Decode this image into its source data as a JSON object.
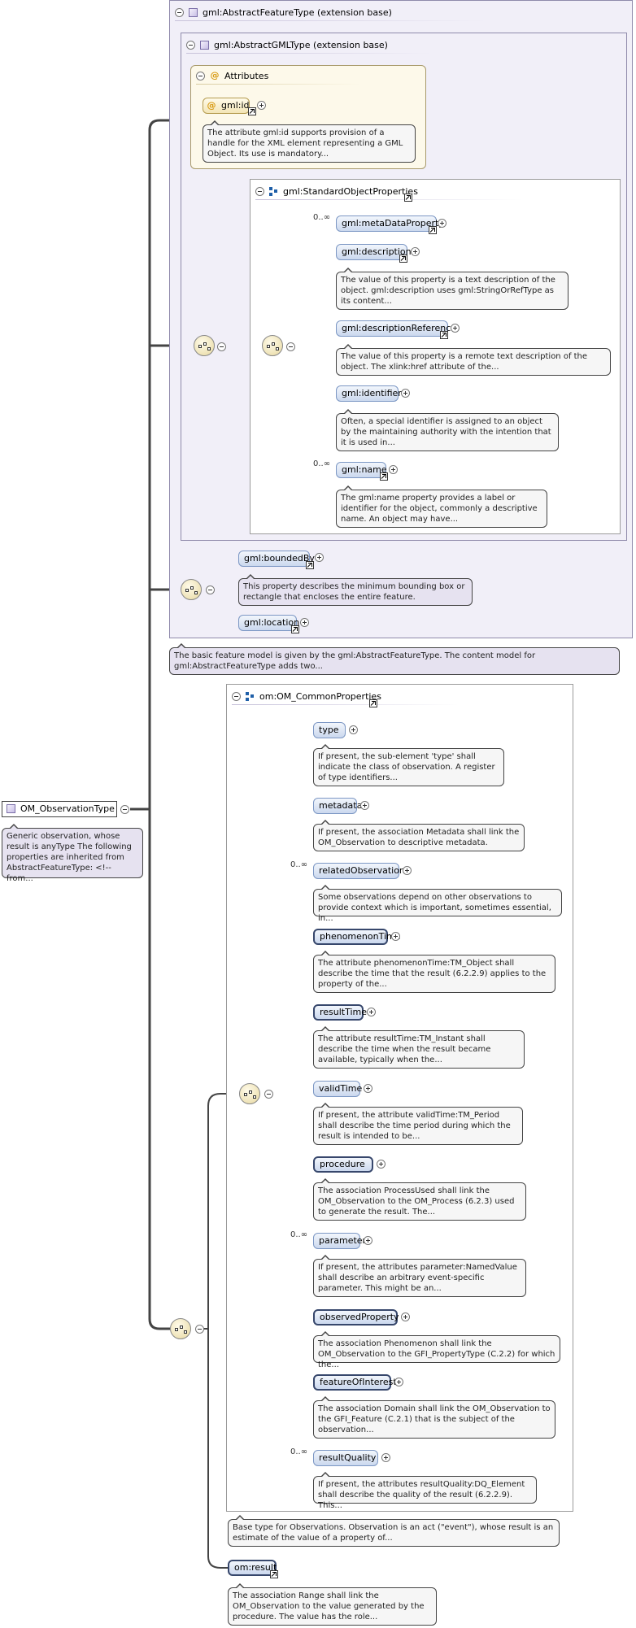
{
  "root": {
    "name": "OM_ObservationType",
    "doc": "Generic observation, whose result is anyType The following properties are inherited from AbstractFeatureType: <!-- from..."
  },
  "feature_type": {
    "label": "gml:AbstractFeatureType (extension base)",
    "doc": "The basic feature model is given by the gml:AbstractFeatureType. The content model for gml:AbstractFeatureType adds two...",
    "gml_type": {
      "label": "gml:AbstractGMLType (extension base)",
      "attributes": {
        "label": "Attributes",
        "id": {
          "name": "gml:id",
          "doc": "The attribute gml:id supports provision of a handle for the XML element representing a GML Object. Its use is mandatory..."
        }
      },
      "std_props": {
        "label": "gml:StandardObjectProperties",
        "items": [
          {
            "name": "gml:metaDataProperty",
            "card": "0..∞",
            "doc": ""
          },
          {
            "name": "gml:description",
            "card": "",
            "doc": "The value of this property is a text description of the object. gml:description uses gml:StringOrRefType as its content..."
          },
          {
            "name": "gml:descriptionReference",
            "card": "",
            "doc": "The value of this property is a remote text description of the object. The xlink:href attribute of the..."
          },
          {
            "name": "gml:identifier",
            "card": "",
            "doc": "Often, a special identifier is assigned to an object by the maintaining authority with the intention that it is used in..."
          },
          {
            "name": "gml:name",
            "card": "0..∞",
            "doc": "The gml:name property provides a label or identifier for the object, commonly a descriptive name. An object may have..."
          }
        ]
      }
    },
    "bounded_by": {
      "name": "gml:boundedBy",
      "doc": "This property describes the minimum bounding box or rectangle that encloses the entire feature."
    },
    "location": {
      "name": "gml:location"
    }
  },
  "common": {
    "label": "om:OM_CommonProperties",
    "items": [
      {
        "name": "type",
        "card": "",
        "doc": "If present, the sub-element 'type' shall indicate the class of observation. A register of type identifiers..."
      },
      {
        "name": "metadata",
        "card": "",
        "doc": "If present, the association Metadata shall link the OM_Observation to descriptive metadata."
      },
      {
        "name": "relatedObservation",
        "card": "0..∞",
        "doc": "Some observations depend on other observations to provide context which is important, sometimes essential, in..."
      },
      {
        "name": "phenomenonTime",
        "card": "",
        "doc": "The attribute phenomenonTime:TM_Object shall describe the time that the result (6.2.2.9) applies to the property of the..."
      },
      {
        "name": "resultTime",
        "card": "",
        "doc": "The attribute resultTime:TM_Instant shall describe the time when the result became available, typically when the..."
      },
      {
        "name": "validTime",
        "card": "",
        "doc": "If present, the attribute validTime:TM_Period shall describe the time period during which the result is intended to be..."
      },
      {
        "name": "procedure",
        "card": "",
        "doc": "The association ProcessUsed shall link the OM_Observation to the OM_Process (6.2.3) used to generate the result. The..."
      },
      {
        "name": "parameter",
        "card": "0..∞",
        "doc": "If present, the attributes parameter:NamedValue shall describe an arbitrary event-specific parameter. This might be an..."
      },
      {
        "name": "observedProperty",
        "card": "",
        "doc": "The association Phenomenon shall link the OM_Observation to the GFI_PropertyType (C.2.2) for which the..."
      },
      {
        "name": "featureOfInterest",
        "card": "",
        "doc": "The association Domain shall link the OM_Observation to the GFI_Feature (C.2.1) that is the subject of the observation..."
      },
      {
        "name": "resultQuality",
        "card": "0..∞",
        "doc": "If present, the attributes resultQuality:DQ_Element shall describe the quality of the result (6.2.2.9). This..."
      }
    ],
    "doc": "Base type for Observations. Observation is an act (\"event\"), whose result is an estimate of the value of a property of..."
  },
  "result": {
    "name": "om:result",
    "doc": "The association Range shall link the OM_Observation to the value generated by the procedure. The value has the role..."
  }
}
